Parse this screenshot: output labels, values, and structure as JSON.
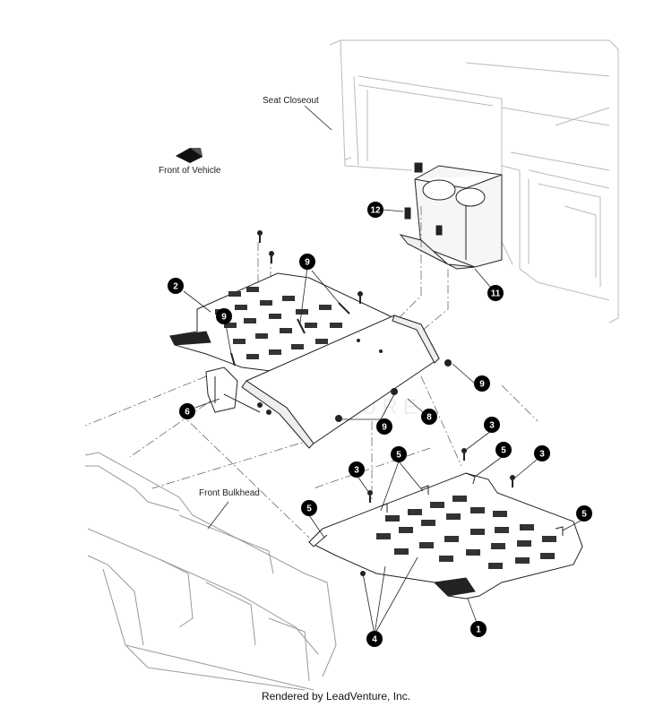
{
  "labels": {
    "seat_closeout": "Seat Closeout",
    "front_of_vehicle": "Front of Vehicle",
    "front_bulkhead": "Front Bulkhead"
  },
  "footer": "Rendered by LeadVenture, Inc.",
  "watermark": "VENTURE",
  "callouts": [
    {
      "id": "callout-12",
      "number": "12"
    },
    {
      "id": "callout-11",
      "number": "11"
    },
    {
      "id": "callout-2",
      "number": "2"
    },
    {
      "id": "callout-9-a",
      "number": "9"
    },
    {
      "id": "callout-9-b",
      "number": "9"
    },
    {
      "id": "callout-9-c",
      "number": "9"
    },
    {
      "id": "callout-9-d",
      "number": "9"
    },
    {
      "id": "callout-6",
      "number": "6"
    },
    {
      "id": "callout-8",
      "number": "8"
    },
    {
      "id": "callout-3-a",
      "number": "3"
    },
    {
      "id": "callout-3-b",
      "number": "3"
    },
    {
      "id": "callout-3-c",
      "number": "3"
    },
    {
      "id": "callout-5-a",
      "number": "5"
    },
    {
      "id": "callout-5-b",
      "number": "5"
    },
    {
      "id": "callout-5-c",
      "number": "5"
    },
    {
      "id": "callout-5-d",
      "number": "5"
    },
    {
      "id": "callout-4",
      "number": "4"
    },
    {
      "id": "callout-1",
      "number": "1"
    }
  ],
  "colors": {
    "line": "#222222",
    "light_line": "#bbbbbb",
    "callout_fill": "#000000",
    "watermark": "#d8d8d8"
  }
}
